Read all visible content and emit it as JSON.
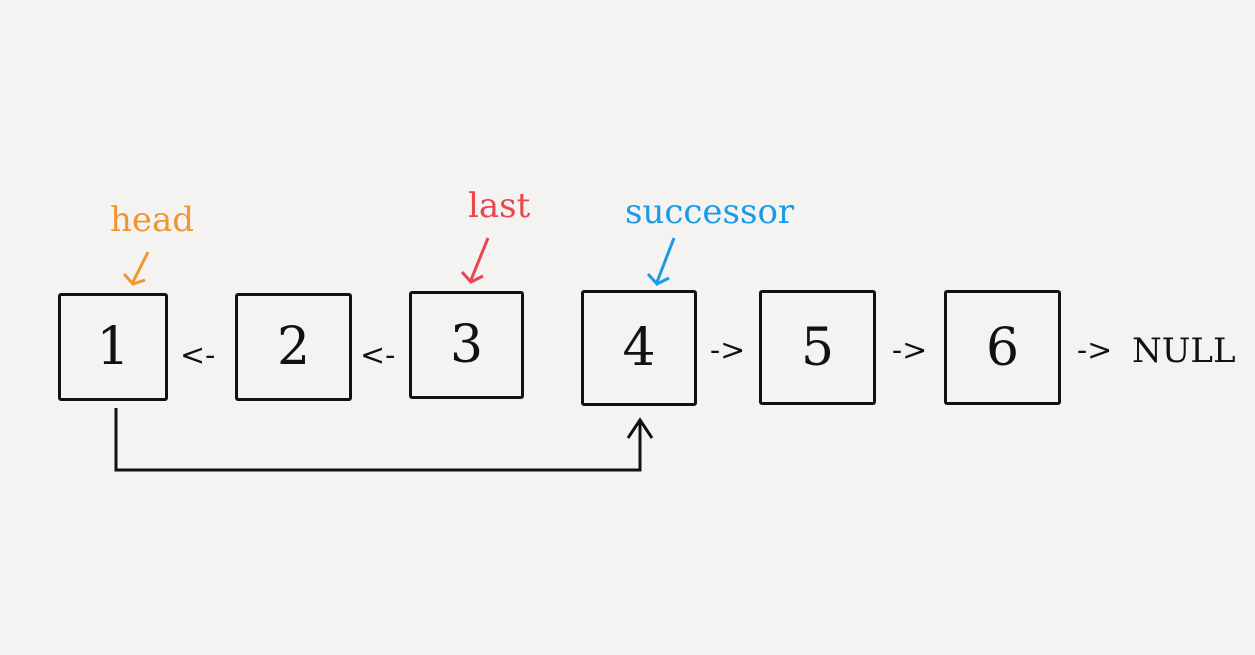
{
  "nodes": [
    "1",
    "2",
    "3",
    "4",
    "5",
    "6"
  ],
  "arrows": {
    "back1": "<-",
    "back2": "<-",
    "fwd1": "->",
    "fwd2": "->",
    "fwd3": "->"
  },
  "null_label": "NULL",
  "pointers": {
    "head": "head",
    "last": "last",
    "successor": "successor"
  },
  "colors": {
    "head": "#f0962e",
    "last": "#e8474f",
    "successor": "#1a9be6"
  }
}
